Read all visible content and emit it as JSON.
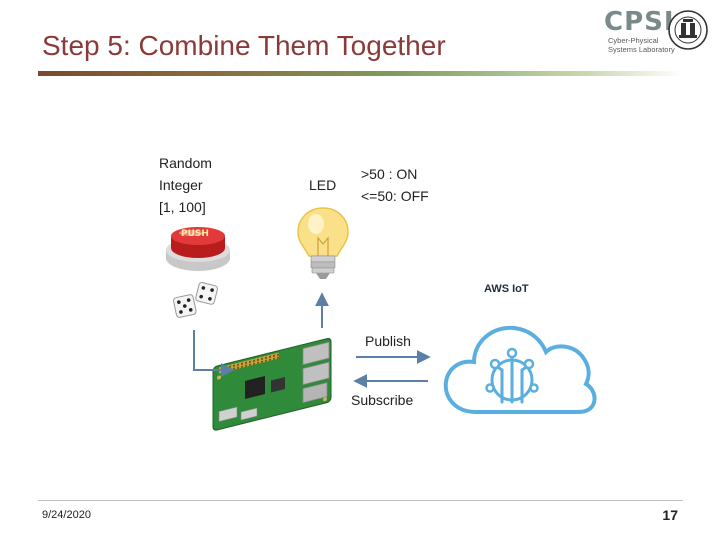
{
  "slide": {
    "title": "Step 5: Combine Them Together",
    "date": "9/24/2020",
    "page_number": "17"
  },
  "logo": {
    "word": "CPSL",
    "subtitle_line1": "Cyber-Physical",
    "subtitle_line2": "Systems Laboratory"
  },
  "diagram": {
    "random_line1": "Random",
    "random_line2": "Integer",
    "random_line3": "[1, 100]",
    "button_text": "PUSH",
    "led_label": "LED",
    "rule_line1": ">50  : ON",
    "rule_line2": "<=50: OFF",
    "aws_label": "AWS IoT",
    "publish_label": "Publish",
    "subscribe_label": "Subscribe"
  },
  "colors": {
    "title": "#8b3a3a",
    "arrow": "#5b7fa6",
    "cloud": "#5aaee0"
  }
}
